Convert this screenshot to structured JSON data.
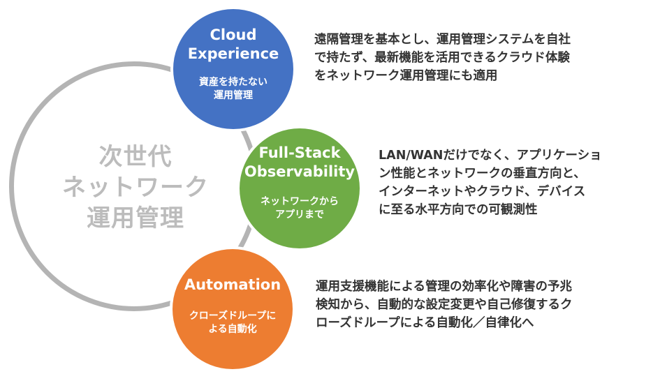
{
  "center": {
    "lines": [
      "次世代",
      "ネットワーク",
      "運用管理"
    ]
  },
  "nodes": [
    {
      "title_lines": [
        "Cloud",
        "Experience"
      ],
      "sub_lines": [
        "資産を持たない",
        "運用管理"
      ],
      "color": "#4472c4",
      "desc_lines": [
        "遠隔管理を基本とし、運用管理システムを自社",
        "で持たず、最新機能を活用できるクラウド体験",
        "をネットワーク運用管理にも適用"
      ]
    },
    {
      "title_lines": [
        "Full-Stack",
        "Observability"
      ],
      "sub_lines": [
        "ネットワークから",
        "アプリまで"
      ],
      "color": "#6fac46",
      "desc_lines": [
        "LAN/WANだけでなく、アプリケーショ",
        "ン性能とネットワークの垂直方向と、",
        "インターネットやクラウド、デバイス",
        "に至る水平方向での可観測性"
      ]
    },
    {
      "title_lines": [
        "Automation"
      ],
      "sub_lines": [
        "クローズドループに",
        "よる自動化"
      ],
      "color": "#ed7d31",
      "desc_lines": [
        "運用支援機能による管理の効率化や障害の予兆",
        "検知から、自動的な設定変更や自己修復するク",
        "ローズドループによる自動化／自律化へ"
      ]
    }
  ],
  "ring_color": "#b4b4b4"
}
